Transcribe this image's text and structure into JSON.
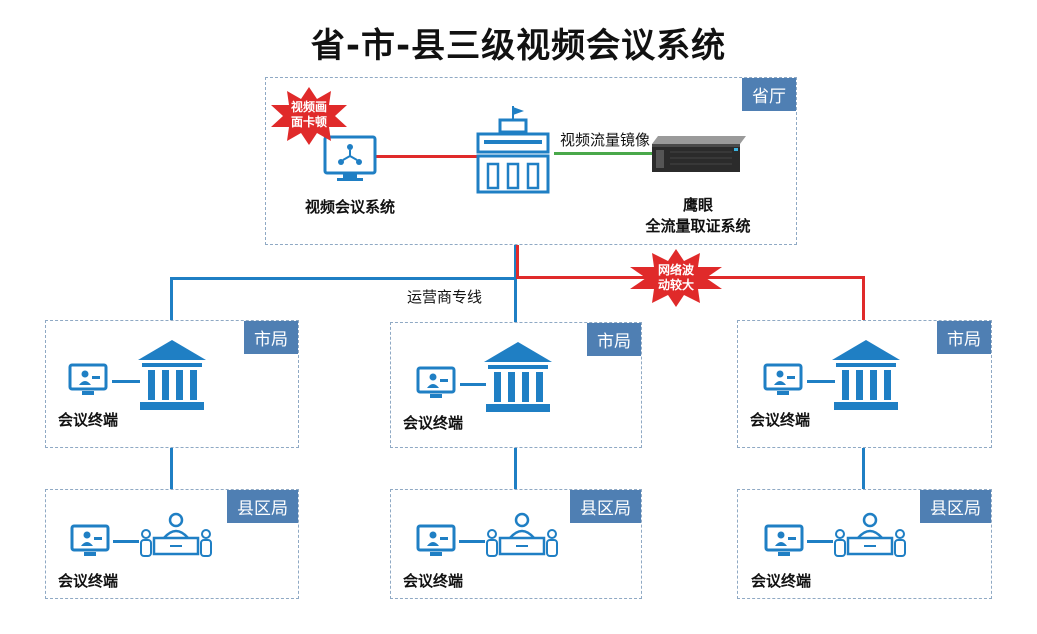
{
  "title": "省-市-县三级视频会议系统",
  "province": {
    "tag": "省厅",
    "video_system_label": "视频会议系统",
    "mirror_label": "视频流量镜像",
    "eagle_line1": "鹰眼",
    "eagle_line2": "全流量取证系统",
    "alert": {
      "line1": "视频画",
      "line2": "面卡顿"
    }
  },
  "network": {
    "carrier_label": "运营商专线",
    "alert": {
      "line1": "网络波",
      "line2": "动较大"
    }
  },
  "city": [
    {
      "tag": "市局",
      "terminal_label": "会议终端"
    },
    {
      "tag": "市局",
      "terminal_label": "会议终端"
    },
    {
      "tag": "市局",
      "terminal_label": "会议终端"
    }
  ],
  "county": [
    {
      "tag": "县区局",
      "terminal_label": "会议终端"
    },
    {
      "tag": "县区局",
      "terminal_label": "会议终端"
    },
    {
      "tag": "县区局",
      "terminal_label": "会议终端"
    }
  ],
  "colors": {
    "accent": "#1f7fc4",
    "tag": "#4f7fb3",
    "alert": "#e02a2a",
    "mirror": "#49a84a"
  }
}
